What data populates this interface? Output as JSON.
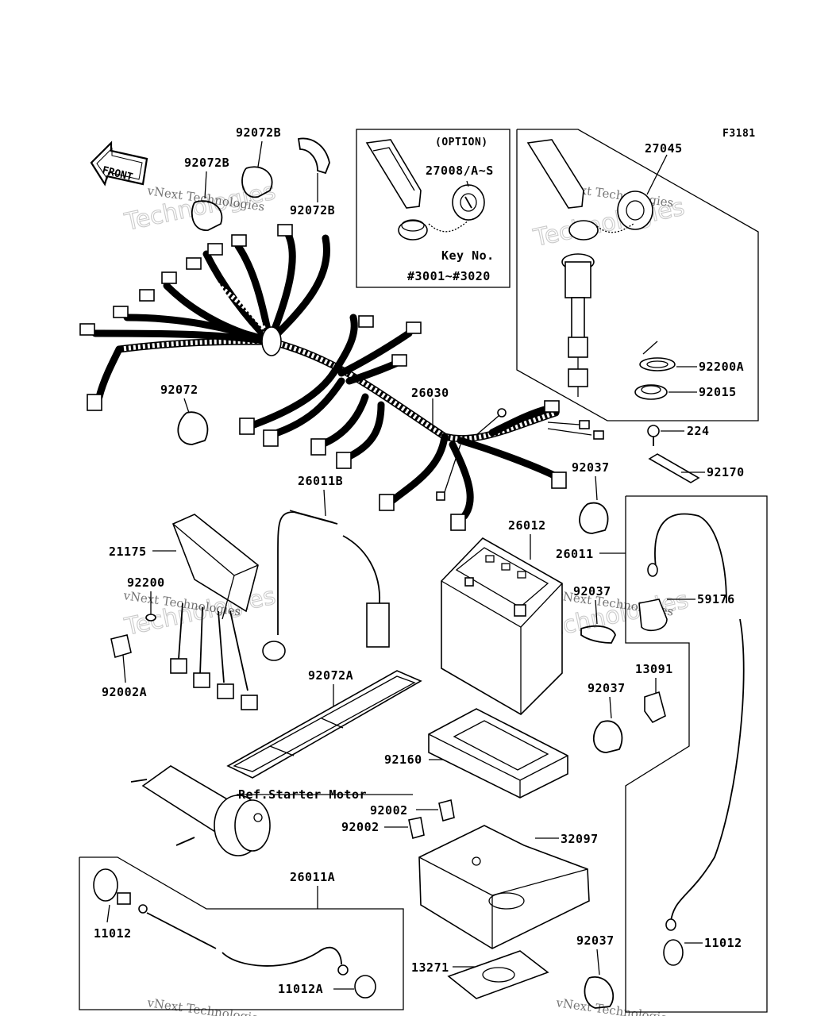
{
  "figure_code": "F3181",
  "front_marker": "FRONT",
  "option_box": {
    "title": "(OPTION)",
    "part": "27008/A~S",
    "key_line1": "Key No.",
    "key_line2": "#3001~#3020"
  },
  "watermark": {
    "brand": "vNext Technologies",
    "big": "Technologies"
  },
  "reference": "Ref.Starter Motor",
  "parts": {
    "p92072B_top": "92072B",
    "p92072B_left": "92072B",
    "p92072B_right": "92072B",
    "p27045": "27045",
    "p92200A": "92200A",
    "p92015": "92015",
    "p224": "224",
    "p92170": "92170",
    "p92072": "92072",
    "p26030": "26030",
    "p26011B": "26011B",
    "p92037_a": "92037",
    "p26012": "26012",
    "p21175": "21175",
    "p26011": "26011",
    "p92200": "92200",
    "p92037_b": "92037",
    "p59176": "59176",
    "p92002A": "92002A",
    "p13091": "13091",
    "p92072A": "92072A",
    "p92037_c": "92037",
    "p92160": "92160",
    "p92002_a": "92002",
    "p92002_b": "92002",
    "p32097": "32097",
    "p26011A": "26011A",
    "p11012_left": "11012",
    "p11012_right": "11012",
    "p92037_d": "92037",
    "p13271": "13271",
    "p11012A": "11012A"
  }
}
